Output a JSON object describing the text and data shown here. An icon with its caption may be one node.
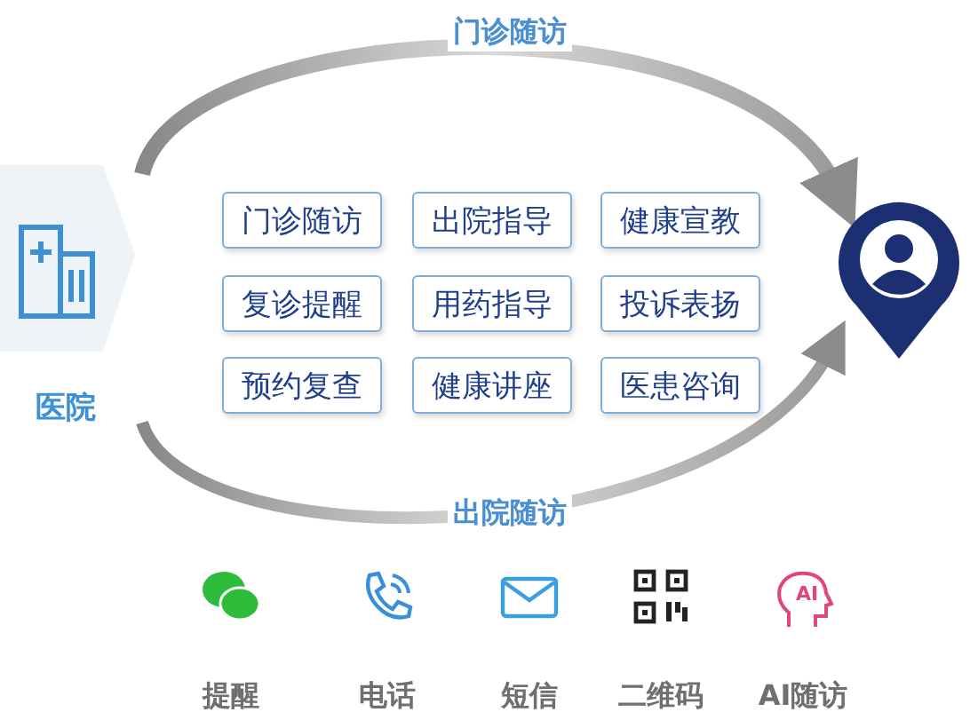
{
  "diagram": {
    "nodes": [
      {
        "text": [
          "医院"
        ]
      },
      {
        "text": [],
        "shape": "pin"
      },
      {
        "text": [
          "门诊随访"
        ]
      },
      {
        "text": [
          "出院指导"
        ]
      },
      {
        "text": [
          "健康宣教"
        ]
      },
      {
        "text": [
          "复诊提醒"
        ]
      },
      {
        "text": [
          "用药指导"
        ]
      },
      {
        "text": [
          "投诉表扬"
        ]
      },
      {
        "text": [
          "预约复查"
        ]
      },
      {
        "text": [
          "健康讲座"
        ]
      },
      {
        "text": [
          "医患咨询"
        ]
      }
    ],
    "edges": [
      {
        "from": 0,
        "to": 1,
        "arrow": "to",
        "label": "门诊随访",
        "style": "thick"
      },
      {
        "from": 0,
        "to": 1,
        "arrow": "to",
        "label": "出院随访",
        "style": "thick"
      }
    ],
    "labels": [
      "提醒",
      "电话",
      "短信",
      "二维码",
      "AI",
      "AI随访"
    ]
  }
}
